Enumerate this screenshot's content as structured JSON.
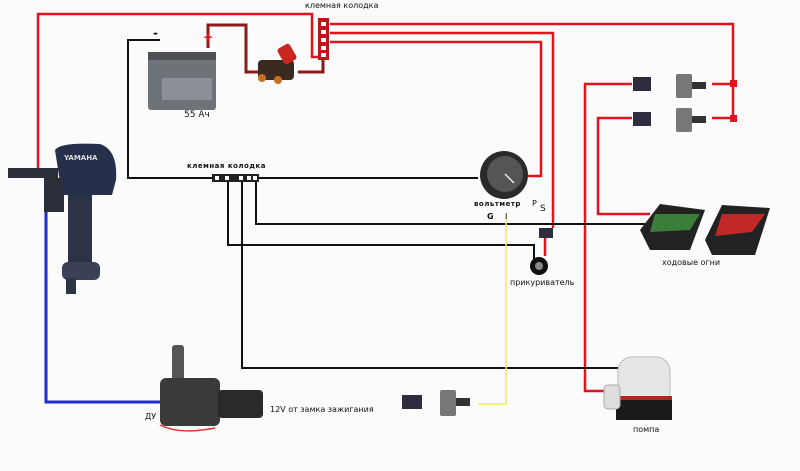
{
  "labels": {
    "top_terminal_block": "клемная колодка",
    "mid_terminal_block": "клемная колодка",
    "battery_capacity": "55 Ач",
    "battery_minus": "-",
    "battery_plus": "+",
    "voltmeter": "вольтметр",
    "voltmeter_p": "P",
    "voltmeter_s": "S",
    "voltmeter_g": "G",
    "voltmeter_i": "I",
    "cigarette_lighter": "прикуриватель",
    "navigation_lights": "ходовые огни",
    "bilge_pump": "помпа",
    "remote_control": "ДУ",
    "ignition_feed": "12V от замка зажигания"
  },
  "logos": {
    "motor_brand": "YAMAHA"
  },
  "colors": {
    "positive_wire": "#e0141c",
    "battery_positive_wire": "#8b1a1a",
    "negative_wire": "#111111",
    "ignition_wire": "#f2ee52",
    "remote_wire": "#1a2fd6"
  }
}
